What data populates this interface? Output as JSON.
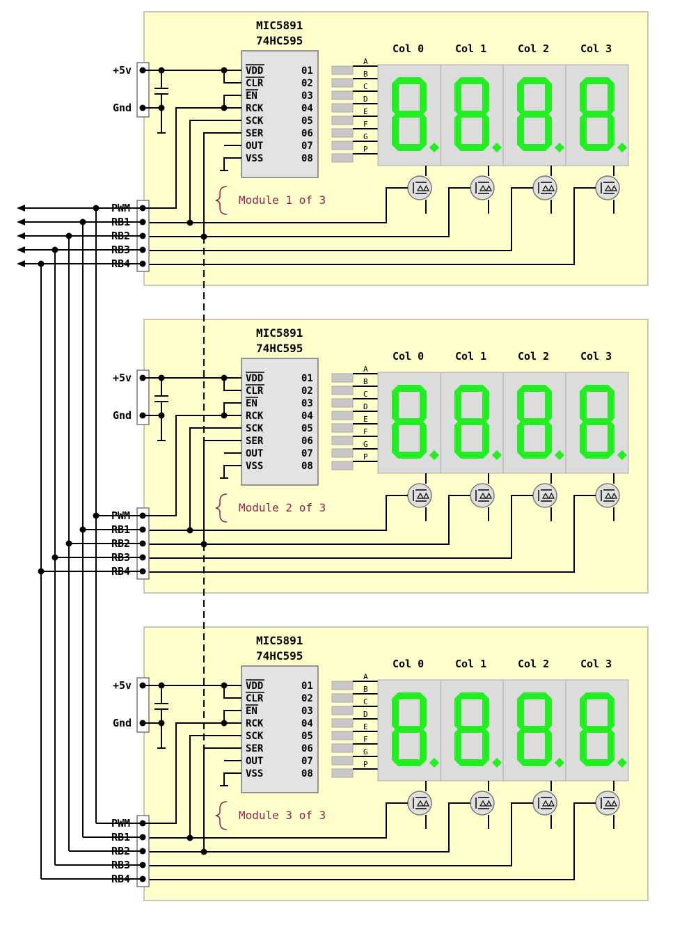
{
  "modules": [
    {
      "label": "Module 1 of 3",
      "chip": [
        "MIC5891",
        "74HC595"
      ]
    },
    {
      "label": "Module 2 of 3",
      "chip": [
        "MIC5891",
        "74HC595"
      ]
    },
    {
      "label": "Module 3 of 3",
      "chip": [
        "MIC5891",
        "74HC595"
      ]
    }
  ],
  "columns": [
    "Col 0",
    "Col 1",
    "Col 2",
    "Col 3"
  ],
  "power_pins": [
    "+5v",
    "Gnd"
  ],
  "control_pins": [
    "PWM",
    "RB1",
    "RB2",
    "RB3",
    "RB4"
  ],
  "chip_left_pins": [
    "VDD",
    "CLR",
    "EN",
    "RCK",
    "SCK",
    "SER",
    "OUT",
    "VSS"
  ],
  "chip_right_pins": [
    "01",
    "02",
    "03",
    "04",
    "05",
    "06",
    "07",
    "08"
  ],
  "segment_letters": [
    "A",
    "B",
    "C",
    "D",
    "E",
    "F",
    "G",
    "P"
  ],
  "colors": {
    "board": "#ffffcc",
    "board_border": "#c8c8b4",
    "segment_on": "#22ee22",
    "digit_bg": "#dcdcdc",
    "chip_bg": "#e3e3e3",
    "label": "#8b2252"
  }
}
